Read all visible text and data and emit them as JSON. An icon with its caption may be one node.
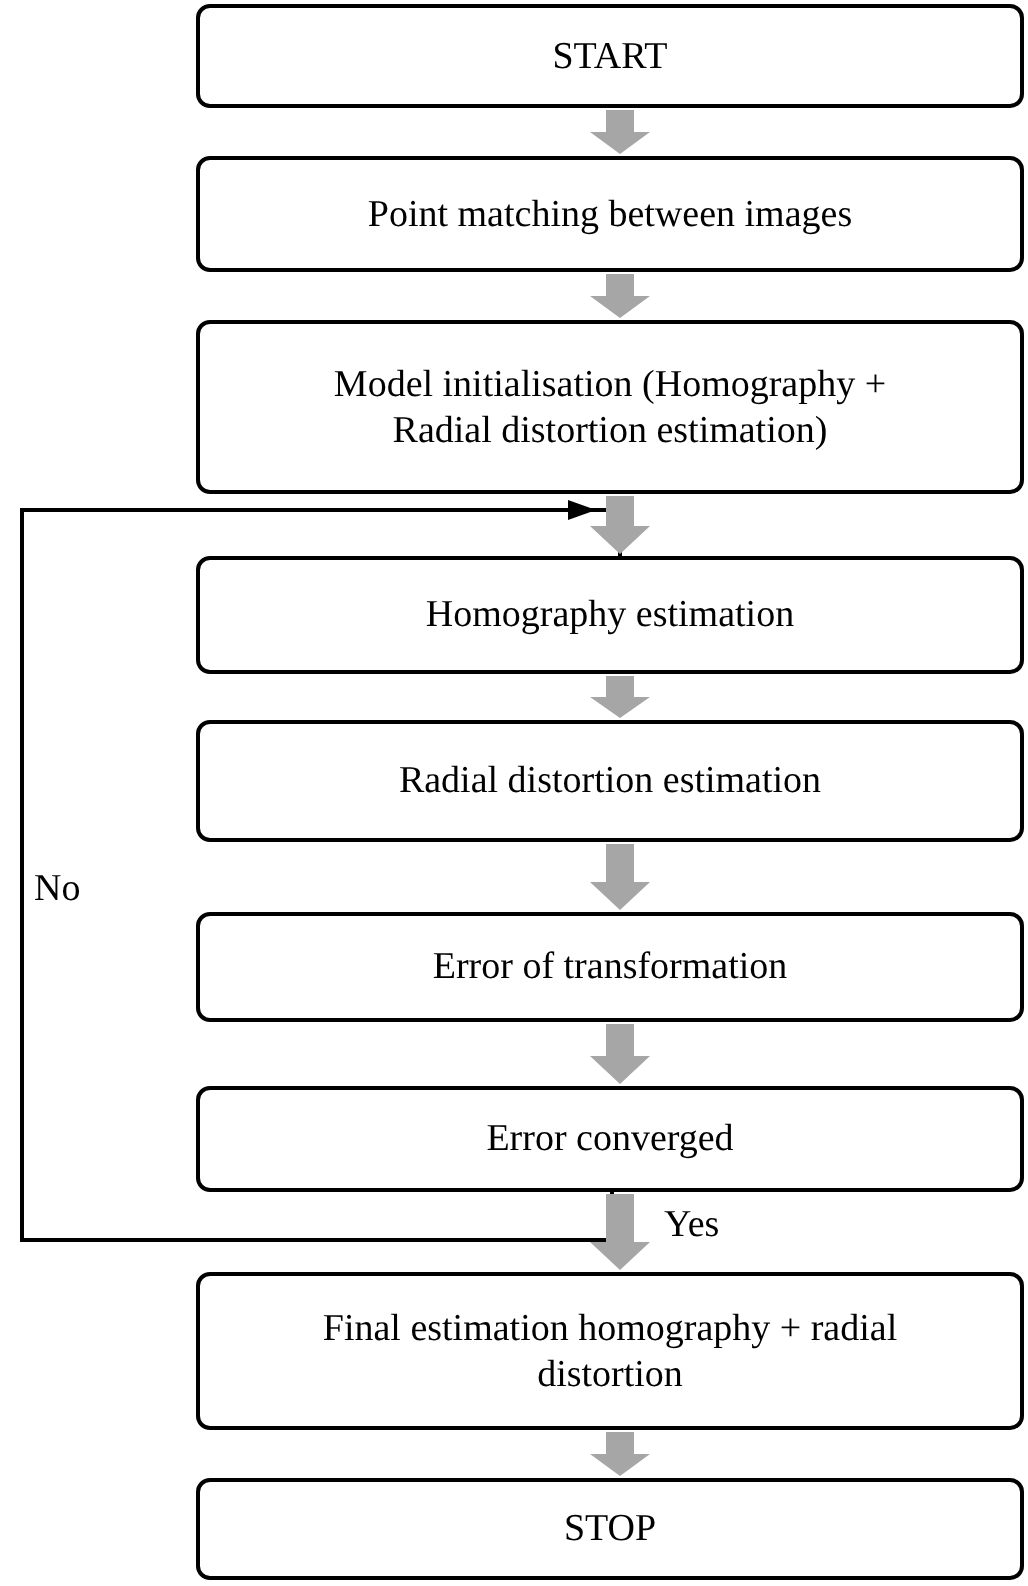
{
  "diagram": {
    "nodes": [
      {
        "text": [
          "START"
        ]
      },
      {
        "text": [
          "Point matching between images"
        ]
      },
      {
        "text": [
          "Model initialisation (Homography + Radial distortion estimation)"
        ]
      },
      {
        "text": [
          "Homography estimation"
        ]
      },
      {
        "text": [
          "Radial distortion estimation"
        ]
      },
      {
        "text": [
          "Error of transformation"
        ]
      },
      {
        "text": [
          "Error converged"
        ]
      },
      {
        "text": [
          "Final estimation homography + radial distortion"
        ]
      },
      {
        "text": [
          "STOP"
        ]
      }
    ],
    "edges": [
      {
        "from": 0,
        "to": 1,
        "arrow": "to"
      },
      {
        "from": 1,
        "to": 2,
        "arrow": "to"
      },
      {
        "from": 2,
        "to": 3,
        "arrow": "to"
      },
      {
        "from": 3,
        "to": 4,
        "arrow": "to"
      },
      {
        "from": 4,
        "to": 5,
        "arrow": "to"
      },
      {
        "from": 5,
        "to": 6,
        "arrow": "to"
      },
      {
        "from": 6,
        "to": 7,
        "arrow": "to",
        "label": "Yes"
      },
      {
        "from": 7,
        "to": 8,
        "arrow": "to"
      },
      {
        "from": 6,
        "to": 3,
        "arrow": "to",
        "label": "No",
        "color": "#000000"
      }
    ]
  }
}
